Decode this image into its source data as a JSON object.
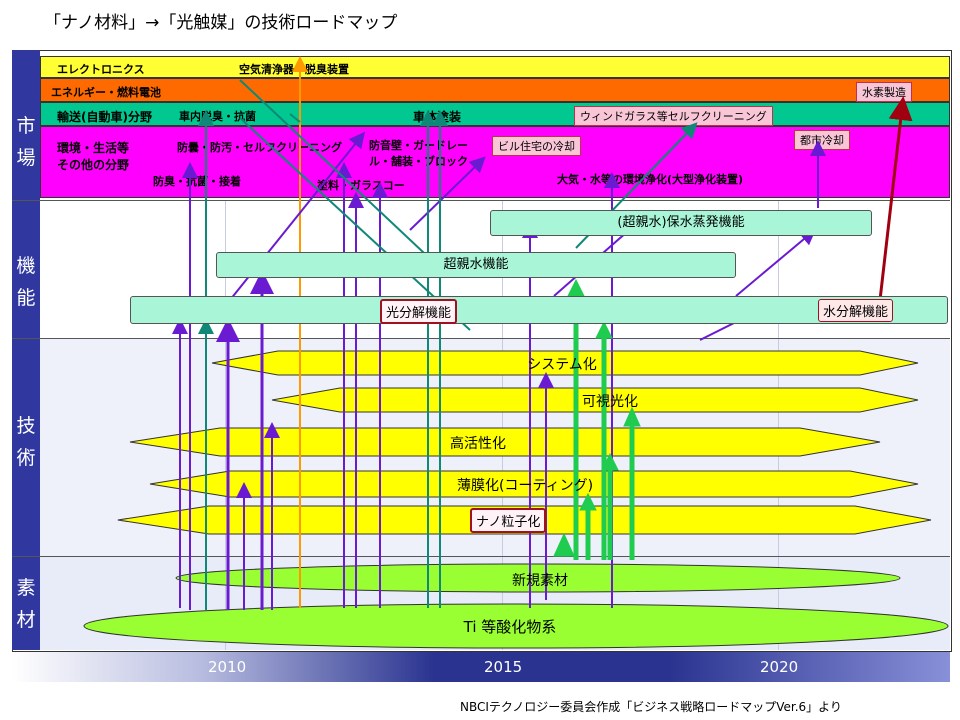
{
  "title": "「ナノ材料」→「光触媒」の技術ロードマップ",
  "rows": {
    "market": "市場",
    "function": "機能",
    "technology": "技術",
    "material": "素材"
  },
  "market": {
    "electronics": "エレクトロニクス",
    "air_purifier": "空気清浄器・脱臭装置",
    "energy": "エネルギー・燃料電池",
    "hydrogen": "水素製造",
    "transport": "輸送(自動車)分野",
    "cabin": "車内脱臭・抗菌",
    "body_coating": "車体塗装",
    "window": "ウィンドガラス等セルフクリーニング",
    "city_cooling": "都市冷却",
    "env_line1": "環境・生活等",
    "env_line2": "その他の分野",
    "antifog": "防曇・防汚・セルフクリーニング",
    "soundwall_1": "防音壁・ガードレー",
    "soundwall_2": "ル・舗装・ブロック",
    "building": "ビル住宅の冷却",
    "deodor": "防臭・抗菌・接着",
    "paint": "塗料・ガラスコー",
    "air_water": "大気・水等の環境浄化(大型浄化装置)"
  },
  "functions": {
    "super_water": "(超親水)保水蒸発機能",
    "hydrophilic": "超親水機能",
    "photolysis": "光分解機能",
    "water_split": "水分解機能"
  },
  "tech": {
    "system": "システム化",
    "visible": "可視光化",
    "activity": "高活性化",
    "thinfilm": "薄膜化(コーティング)",
    "nano": "ナノ粒子化"
  },
  "materials": {
    "new": "新規素材",
    "ti": "Ti 等酸化物系"
  },
  "years": [
    "2010",
    "2015",
    "2020"
  ],
  "source": "NBCIテクノロジー委員会作成「ビジネス戦略ロードマップVer.6」より",
  "colors": {
    "side": "#3038a0",
    "electronics": "#ffff33",
    "energy": "#ff6a00",
    "transport": "#00c890",
    "environment": "#ff00ff",
    "function": "#a8f5d8",
    "tech": "#ffff00",
    "material": "#99ff33",
    "arrow_purple": "#6a1ad0",
    "arrow_teal": "#108878",
    "arrow_green": "#20cc50",
    "arrow_orange": "#ff9900",
    "arrow_red": "#a00010"
  }
}
